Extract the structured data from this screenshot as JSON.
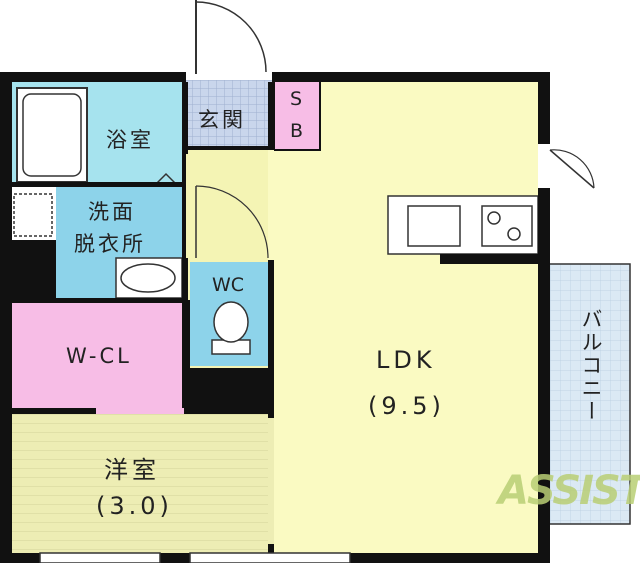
{
  "rooms": {
    "bath": "浴室",
    "entrance": "玄関",
    "shoe_box_top": "S",
    "shoe_box_bottom": "B",
    "washroom_line1": "洗面",
    "washroom_line2": "脱衣所",
    "wc": "WC",
    "closet": "W-CL",
    "ldk": "LDK",
    "ldk_size": "(9.5)",
    "western_room": "洋室",
    "western_size": "(3.0)",
    "balcony": "バルコニー"
  },
  "watermark": "ASSIST",
  "colors": {
    "wall": "#111111",
    "bath": "#a6e3ee",
    "washroom": "#8dd3ea",
    "wc": "#8dd3ea",
    "entrance_tile": "#c9d6ec",
    "shoe_box": "#f7bde6",
    "closet": "#f7bde6",
    "ldk_floor": "#fafac2",
    "western_floor": "#ededb4",
    "balcony": "#dbe9f4",
    "hall": "#f4f4b4"
  }
}
